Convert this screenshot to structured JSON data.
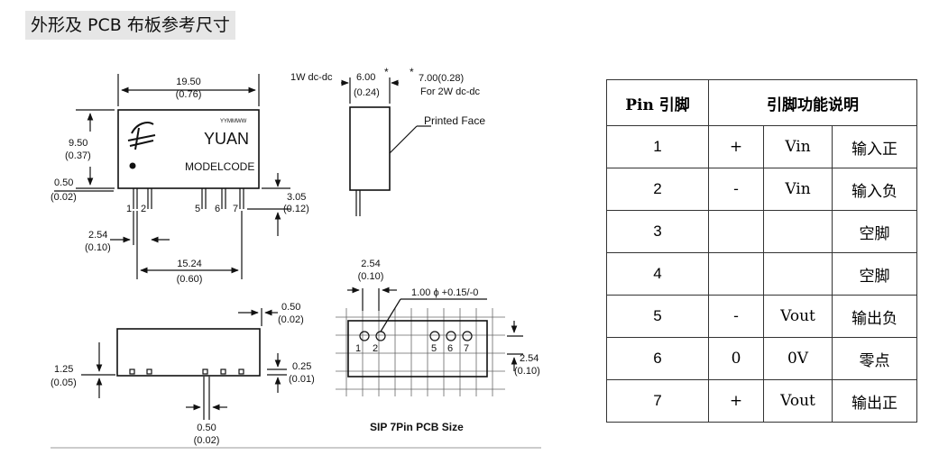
{
  "heading": "外形及 PCB 布板参考尺寸",
  "drawing": {
    "dim_width_mm": "19.50",
    "dim_width_in": "(0.76)",
    "dim_height_mm": "9.50",
    "dim_height_in": "(0.37)",
    "dim_standoff_mm": "0.50",
    "dim_standoff_in": "(0.02)",
    "dim_pinlen_mm": "3.05",
    "dim_pinlen_in": "(0.12)",
    "dim_pitch_mm": "2.54",
    "dim_pitch_in": "(0.10)",
    "dim_span_mm": "15.24",
    "dim_span_in": "(0.60)",
    "logo_text": "YUAN",
    "date_code": "YYMMWW",
    "model_code": "MODELCODE",
    "pin_numbers": [
      "1",
      "2",
      "5",
      "6",
      "7"
    ],
    "side_label_1w": "1W dc-dc",
    "side_thick_1w_mm": "6.00",
    "side_thick_1w_in": "(0.24)",
    "side_thick_2w": "7.00(0.28)",
    "side_label_2w": "For 2W dc-dc",
    "printed_face": "Printed Face",
    "bottom_edge_mm": "0.50",
    "bottom_edge_in": "(0.02)",
    "bottom_pin_off_mm": "1.25",
    "bottom_pin_off_in": "(0.05)",
    "bottom_pin_w_mm": "0.25",
    "bottom_pin_w_in": "(0.01)",
    "bottom_gap_mm": "0.50",
    "bottom_gap_in": "(0.02)",
    "pcb_pitch_mm": "2.54",
    "pcb_pitch_in": "(0.10)",
    "pcb_hole": "1.00 ϕ +0.15/-0",
    "pcb_row_mm": "2.54",
    "pcb_row_in": "(0.10)",
    "pcb_caption": "SIP 7Pin  PCB Size"
  },
  "table": {
    "header_pin": "Pin 引脚",
    "header_func": "引脚功能说明",
    "rows": [
      {
        "pin": "1",
        "sign": "+",
        "name": "Vin",
        "desc": "输入正"
      },
      {
        "pin": "2",
        "sign": "-",
        "name": "Vin",
        "desc": "输入负"
      },
      {
        "pin": "3",
        "sign": "",
        "name": "",
        "desc": "空脚"
      },
      {
        "pin": "4",
        "sign": "",
        "name": "",
        "desc": "空脚"
      },
      {
        "pin": "5",
        "sign": "-",
        "name": "Vout",
        "desc": "输出负"
      },
      {
        "pin": "6",
        "sign": "0",
        "name": "0V",
        "desc": "零点"
      },
      {
        "pin": "7",
        "sign": "+",
        "name": "Vout",
        "desc": "输出正"
      }
    ]
  }
}
